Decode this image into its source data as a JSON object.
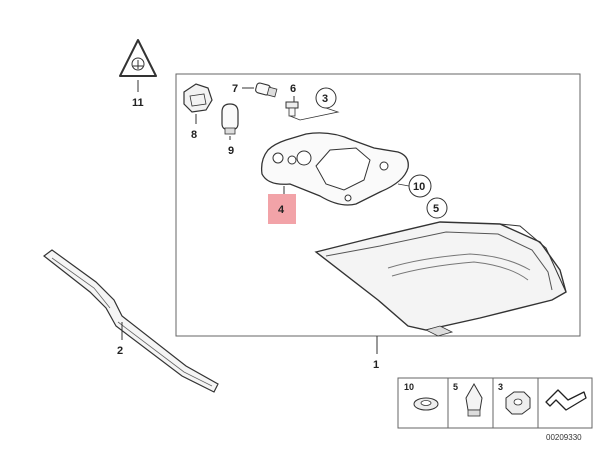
{
  "callouts": {
    "c1": "1",
    "c2": "2",
    "c3": "3",
    "c4": "4",
    "c5": "5",
    "c6": "6",
    "c7": "7",
    "c8": "8",
    "c9": "9",
    "c10": "10",
    "c11": "11"
  },
  "legend": {
    "items": [
      {
        "label": "10",
        "icon": "washer-icon"
      },
      {
        "label": "5",
        "icon": "clip-nut-icon"
      },
      {
        "label": "3",
        "icon": "hex-nut-icon"
      },
      {
        "label": "",
        "icon": "fastener-symbol-icon"
      }
    ]
  },
  "catalog_number": "00209330",
  "highlight_color": "#f2a3a8"
}
